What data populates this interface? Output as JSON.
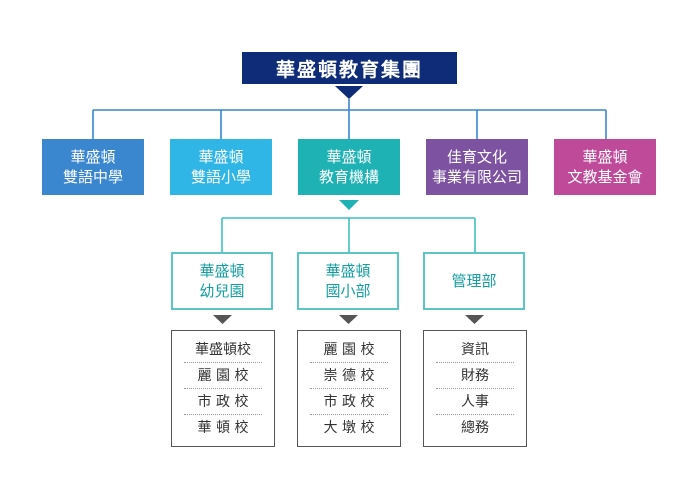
{
  "root": {
    "label": "華盛頓教育集團"
  },
  "level1": [
    {
      "line1": "華盛頓",
      "line2": "雙語中學",
      "color": "#3a86cf"
    },
    {
      "line1": "華盛頓",
      "line2": "雙語小學",
      "color": "#2fb6e6"
    },
    {
      "line1": "華盛頓",
      "line2": "教育機構",
      "color": "#1fb2b4"
    },
    {
      "line1": "佳育文化",
      "line2": "事業有限公司",
      "color": "#7d53a1"
    },
    {
      "line1": "華盛頓",
      "line2": "文教基金會",
      "color": "#bf4a9a"
    }
  ],
  "level2": [
    {
      "line1": "華盛頓",
      "line2": "幼兒園"
    },
    {
      "line1": "華盛頓",
      "line2": "國小部"
    },
    {
      "line1": "管理部",
      "line2": ""
    }
  ],
  "lists": [
    [
      "華盛頓校",
      "麗 園 校",
      "市 政 校",
      "華 頓 校"
    ],
    [
      "麗 園 校",
      "崇 德 校",
      "市 政 校",
      "大 墩 校"
    ],
    [
      "資訊",
      "財務",
      "人事",
      "總務"
    ]
  ],
  "colors": {
    "root": "#0f2c78",
    "connector_top": "#3a86cf",
    "connector_mid": "#3fc1c3",
    "list_arrow": "#555555"
  }
}
